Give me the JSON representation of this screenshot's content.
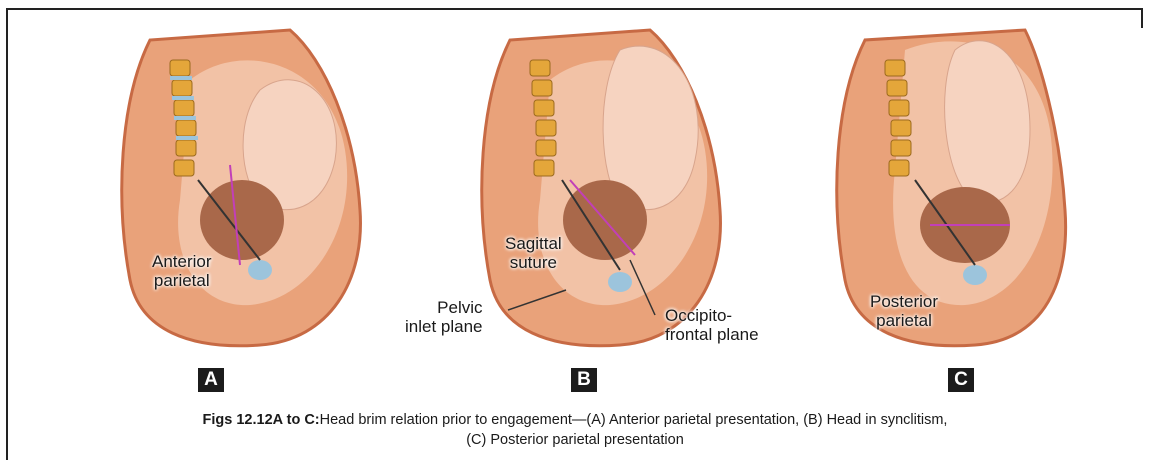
{
  "panels": [
    {
      "letter": "A",
      "labels": {
        "anterior_parietal": "Anterior\nparietal"
      }
    },
    {
      "letter": "B",
      "labels": {
        "sagittal_suture": "Sagittal\nsuture",
        "pelvic_inlet_plane": "Pelvic\ninlet plane",
        "occipito_frontal_plane": "Occipito-\nfrontal plane"
      }
    },
    {
      "letter": "C",
      "labels": {
        "posterior_parietal": "Posterior\nparietal"
      }
    }
  ],
  "caption": {
    "figure_number": "Figs 12.12A to C:",
    "text": "Head brim relation prior to engagement—(A) Anterior parietal presentation, (B) Head in synclitism,",
    "text_line2": "(C) Posterior parietal presentation"
  },
  "colors": {
    "skin": "#e9a27a",
    "skin_edge": "#c76a44",
    "uterus": "#f2c2a6",
    "fetus": "#f6d3c0",
    "bone": "#e4a63a",
    "disc": "#9cc4dc",
    "head": "#a9684a",
    "plane_line": "#c23fb8"
  }
}
